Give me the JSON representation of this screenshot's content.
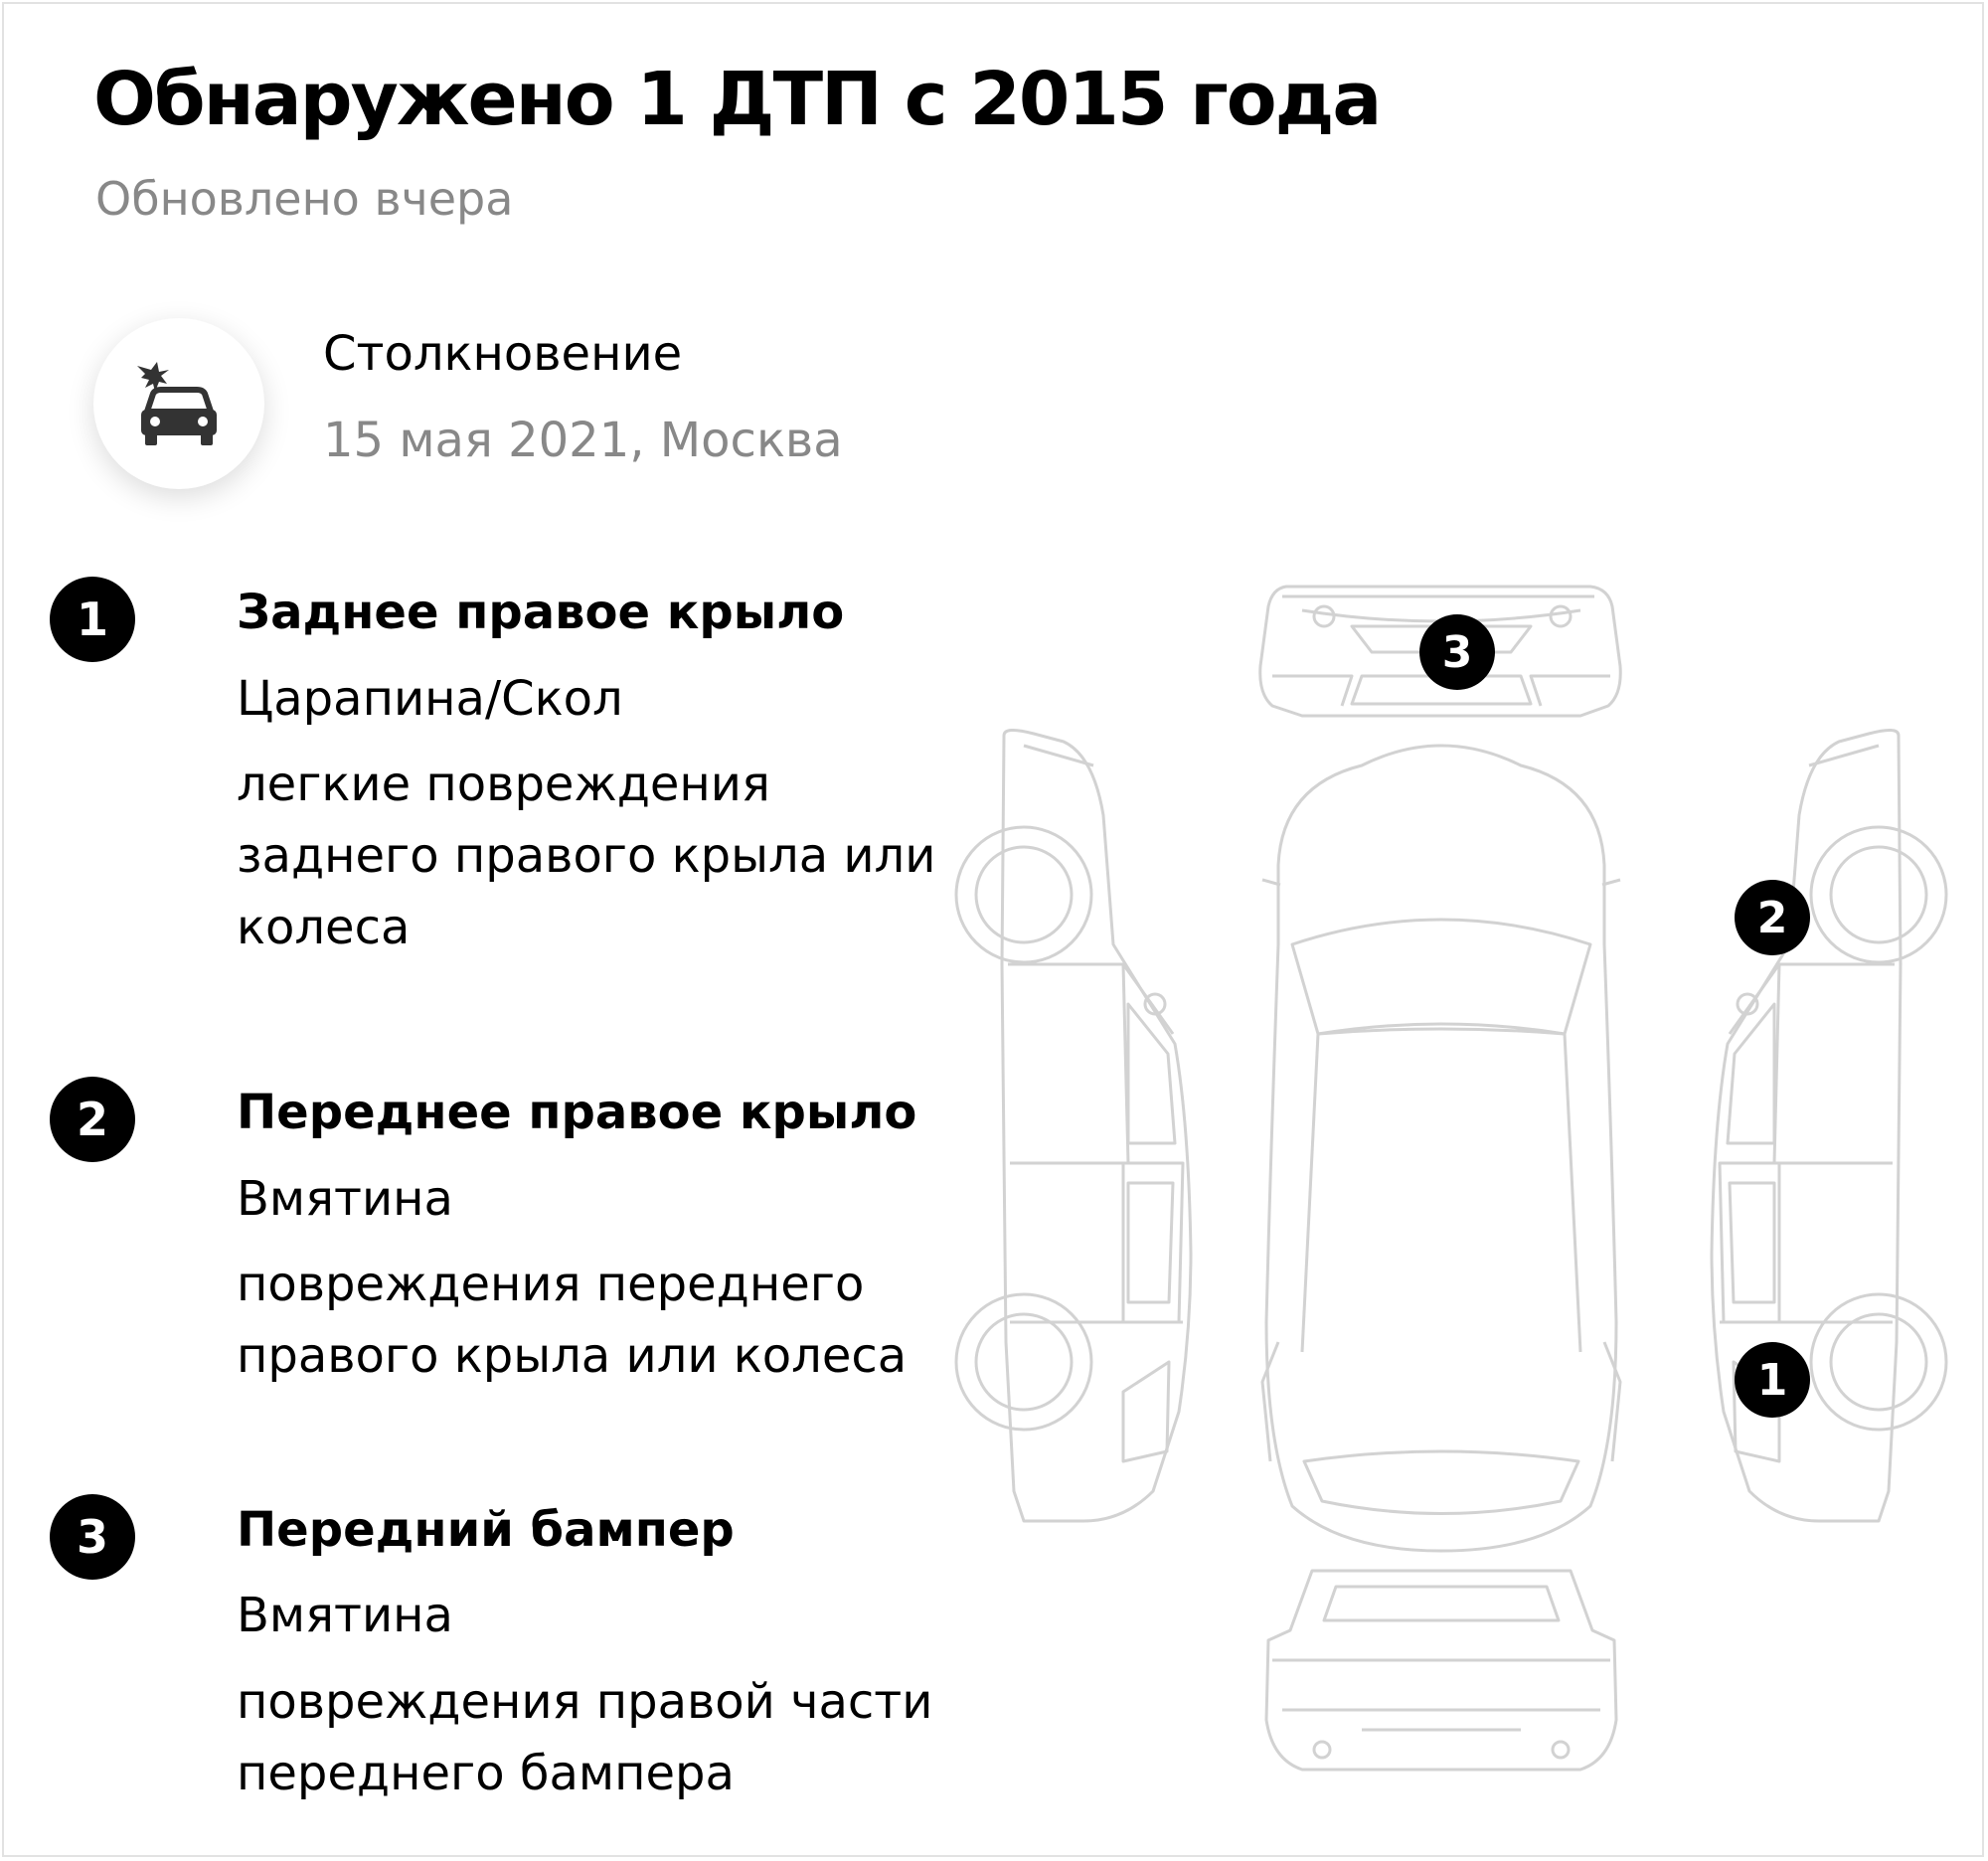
{
  "header": {
    "title": "Обнаружено 1 ДТП с 2015 года",
    "updated": "Обновлено вчера"
  },
  "accident": {
    "icon": "car-crash-icon",
    "type": "Столкновение",
    "date_place": "15 мая 2021, Москва"
  },
  "damages": [
    {
      "number": "1",
      "part": "Заднее правое крыло",
      "type": "Царапина/Скол",
      "description": "легкие повреждения заднего правого крыла или колеса"
    },
    {
      "number": "2",
      "part": "Переднее правое крыло",
      "type": "Вмятина",
      "description": "повреждения переднего правого крыла или колеса"
    },
    {
      "number": "3",
      "part": "Передний бампер",
      "type": "Вмятина",
      "description": "повреждения правой части переднего бампера"
    }
  ],
  "diagram": {
    "markers": [
      "3",
      "2",
      "1"
    ],
    "colors": {
      "outline": "#cfcfcf",
      "marker": "#000000"
    }
  }
}
